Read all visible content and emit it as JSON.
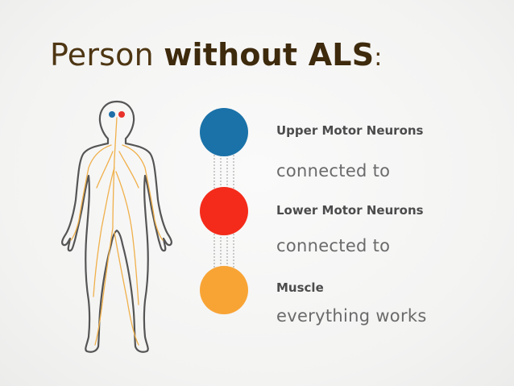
{
  "title": {
    "light": "Person",
    "bold": "without ALS",
    "colon": ":"
  },
  "figure": {
    "icon": "human-body-nervous-system-icon",
    "outline_color": "#555555",
    "nerve_color": "#f0b04a",
    "brain_dots": [
      "#1f6fa8",
      "#e8322a"
    ]
  },
  "stages": [
    {
      "name": "Upper Motor Neurons",
      "color": "#1a72a8",
      "connector": "connected to"
    },
    {
      "name": "Lower Motor Neurons",
      "color": "#f42b1a",
      "connector": "connected to"
    },
    {
      "name": "Muscle",
      "color": "#f8a435",
      "connector": "everything works"
    }
  ]
}
